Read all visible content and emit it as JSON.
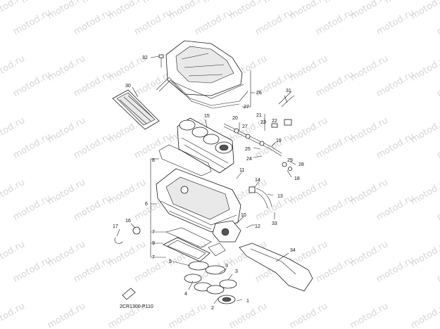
{
  "watermark": {
    "text": "motod.ru",
    "color": "#d6d6d6"
  },
  "diagram_code": "2CR1300-P110",
  "callouts": {
    "c1": "1",
    "c2": "2",
    "c3": "3",
    "c4": "4",
    "c5": "5",
    "c6": "6",
    "c7a": "7",
    "c7b": "7",
    "c7c": "7",
    "c8": "8",
    "c9": "9",
    "c10": "10",
    "c11": "11",
    "c12": "12",
    "c13": "13",
    "c14": "14",
    "c15": "15",
    "c16": "16",
    "c17": "17",
    "c18": "18",
    "c19": "19",
    "c20": "20",
    "c21": "21",
    "c22": "22",
    "c23": "23",
    "c24": "24",
    "c25": "25",
    "c26": "26",
    "c27": "27",
    "c28": "28",
    "c29": "29",
    "c30": "30",
    "c31": "31",
    "c32": "32",
    "c33": "33",
    "c34": "34"
  }
}
